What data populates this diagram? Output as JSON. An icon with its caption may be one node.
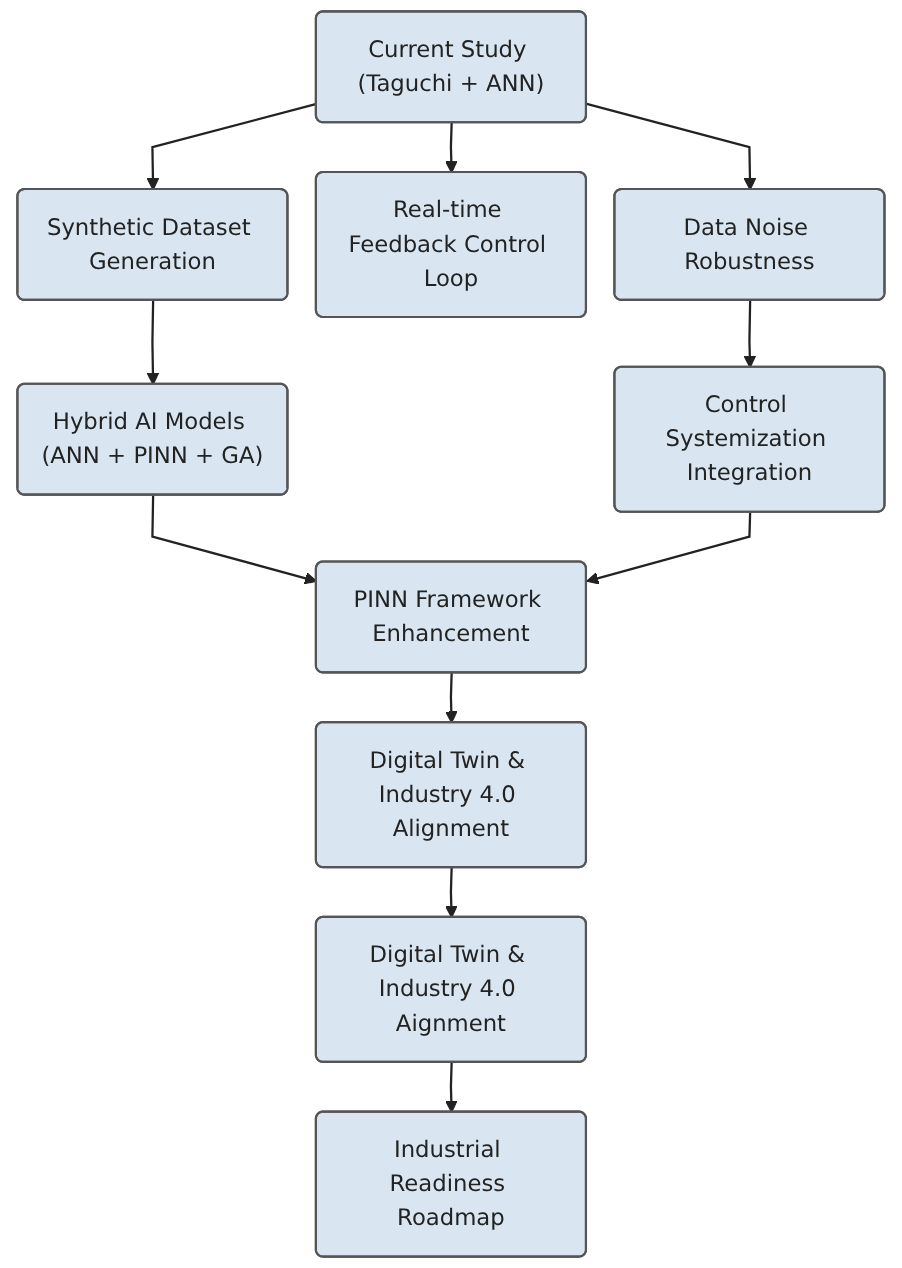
{
  "diagram": {
    "nodes": [
      {
        "text": [
          "Current Study (Taguchi + ANN)"
        ]
      },
      {
        "text": [
          "Synthetic Dataset Generation"
        ]
      },
      {
        "text": [
          "Real-time Feedback Control Loop"
        ]
      },
      {
        "text": [
          "Data Noise Robustness"
        ]
      },
      {
        "text": [
          "Hybrid AI Models (ANN + PINN + GA)"
        ]
      },
      {
        "text": [
          "Control Systemization Integration"
        ]
      },
      {
        "text": [
          "PINN Framework Enhancement"
        ]
      },
      {
        "text": [
          "Digital Twin & Industry 4.0 Alignment"
        ]
      },
      {
        "text": [
          "Digital Twin & Industry 4.0 Aignment"
        ]
      },
      {
        "text": [
          "Industrial Readiness Roadmap"
        ]
      }
    ],
    "edges": [
      {
        "from": 0,
        "to": 1,
        "arrow": "to"
      },
      {
        "from": 0,
        "to": 2,
        "arrow": "to"
      },
      {
        "from": 0,
        "to": 3,
        "arrow": "to"
      },
      {
        "from": 1,
        "to": 4,
        "arrow": "to"
      },
      {
        "from": 3,
        "to": 5,
        "arrow": "to"
      },
      {
        "from": 4,
        "to": 6,
        "arrow": "to"
      },
      {
        "from": 5,
        "to": 6,
        "arrow": "to"
      },
      {
        "from": 6,
        "to": 7,
        "arrow": "to"
      },
      {
        "from": 7,
        "to": 8,
        "arrow": "to"
      },
      {
        "from": 8,
        "to": 9,
        "arrow": "to"
      }
    ]
  }
}
